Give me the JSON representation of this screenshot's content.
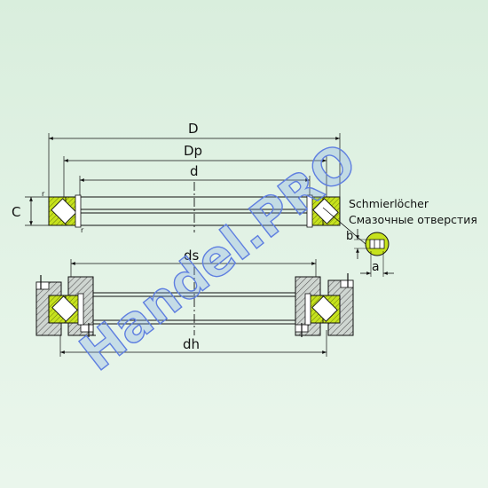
{
  "dimensions": {
    "D": "D",
    "Dp": "Dp",
    "d": "d",
    "C": "C",
    "ds": "ds",
    "dh": "dh",
    "a": "a",
    "b": "b",
    "r": "r"
  },
  "notes": {
    "lubrication_de": "Schmierlöcher",
    "lubrication_ru": "Смазочные отверстия"
  },
  "watermark": {
    "text": "Handel.PRO"
  },
  "colors": {
    "background": "#dcefdf",
    "ring_section": "#c6e21d",
    "rolling_element": "#ffffff",
    "line": "#111111",
    "housing_hatch": "#555555",
    "watermark": "#5f7fe0"
  }
}
